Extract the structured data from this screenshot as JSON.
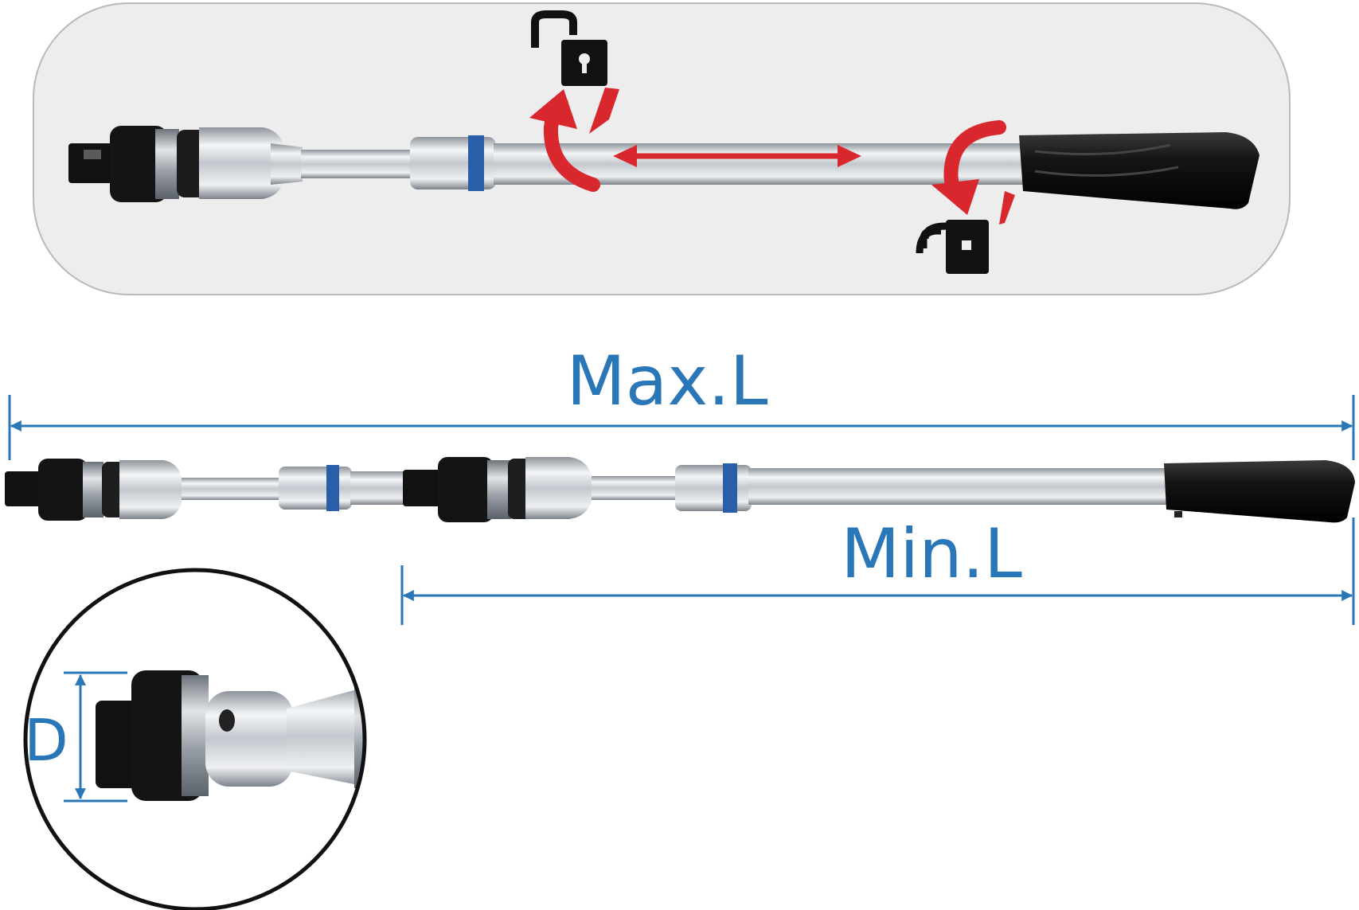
{
  "labels": {
    "max_length": "Max.L",
    "min_length": "Min.L",
    "diameter": "D"
  },
  "icons": {
    "unlock": "unlocked-padlock-icon",
    "lock": "locked-padlock-icon",
    "extend": "double-arrow-icon",
    "rotate": "curved-arrow-icon"
  },
  "colors": {
    "dimension": "#2a77b8",
    "arrow": "#d9272e",
    "panel_background": "#ededed",
    "grip": "#1a1a1a",
    "shaft": "#c9cdd2"
  }
}
